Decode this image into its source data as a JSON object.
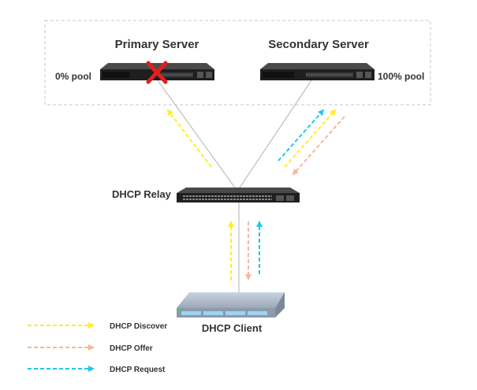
{
  "servers": {
    "primary": {
      "title": "Primary Server",
      "pool": "0% pool",
      "status": "failed"
    },
    "secondary": {
      "title": "Secondary Server",
      "pool": "100% pool"
    }
  },
  "relay": {
    "label": "DHCP Relay"
  },
  "client": {
    "label": "DHCP Client"
  },
  "legend": [
    {
      "label": "DHCP Discover",
      "color": "#ffee22"
    },
    {
      "label": "DHCP Offer",
      "color": "#f5b89a"
    },
    {
      "label": "DHCP Request",
      "color": "#1ec8ec"
    }
  ],
  "colors": {
    "failure_mark": "#e02020",
    "link_line": "#b0b0b0",
    "group_border": "#c8c8c8"
  }
}
